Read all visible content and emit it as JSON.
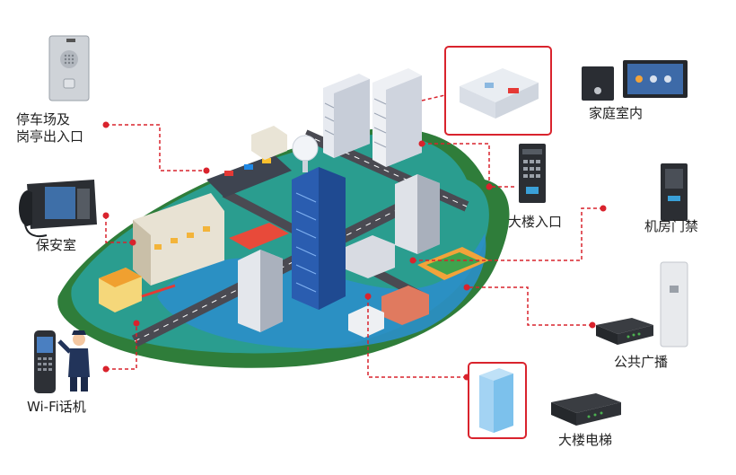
{
  "labels": {
    "parking": "停车场及\n岗亭出入口",
    "security_room": "保安室",
    "wifi_phone": "Wi-Fi话机",
    "home_indoor": "家庭室内",
    "building_entrance": "大楼入口",
    "server_room_access": "机房门禁",
    "public_broadcast": "公共广播",
    "building_elevator": "大楼电梯"
  },
  "colors": {
    "connector": "#d9232d",
    "ground_teal": "#2a9d8f",
    "ground_green": "#2f7d3a",
    "water": "#2b8fc9",
    "road": "#4a4a52",
    "building_blue": "#2a5db0"
  },
  "icons": [
    "door-intercom-icon",
    "desk-phone-icon",
    "wifi-handset-icon",
    "guard-figure-icon",
    "indoor-monitor-icon",
    "keypad-panel-icon",
    "access-reader-icon",
    "column-speaker-icon",
    "amplifier-box-icon",
    "elevator-cabin-icon"
  ]
}
